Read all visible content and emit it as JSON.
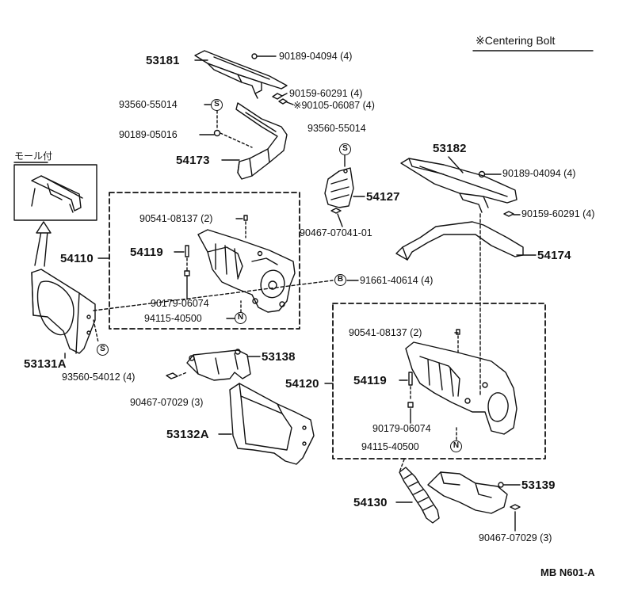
{
  "diagram": {
    "legend": {
      "centering_bolt": "※Centering Bolt"
    },
    "code": "MB N601-A",
    "inset_label": "モール付",
    "assemblies": {
      "left": "54110",
      "right": "54120"
    },
    "parts": {
      "p53181": "53181",
      "p53182": "53182",
      "p54173": "54173",
      "p54174": "54174",
      "p54127": "54127",
      "p54119_left": "54119",
      "p54119_right": "54119",
      "p53131A": "53131A",
      "p53132A": "53132A",
      "p53138": "53138",
      "p53139": "53139",
      "p54130": "54130"
    },
    "fasteners": {
      "f_90189_04094_top": "90189-04094 (4)",
      "f_90159_60291_top": "90159-60291 (4)",
      "f_90105_06087": "※90105-06087 (4)",
      "f_93560_55014_left": "93560-55014",
      "f_90189_05016": "90189-05016",
      "f_93560_55014_center": "93560-55014",
      "f_90467_07041_01": "90467-07041-01",
      "f_90189_04094_right": "90189-04094 (4)",
      "f_90159_60291_right": "90159-60291 (4)",
      "f_90541_08137_left": "90541-08137 (2)",
      "f_90179_06074_left": "90179-06074",
      "f_94115_40500_left": "94115-40500",
      "f_91661_40614": "91661-40614 (4)",
      "f_93560_54012": "93560-54012 (4)",
      "f_90467_07029_left": "90467-07029 (3)",
      "f_90541_08137_right": "90541-08137 (2)",
      "f_90179_06074_right": "90179-06074",
      "f_94115_40500_right": "94115-40500",
      "f_90467_07029_right": "90467-07029 (3)"
    },
    "symbols": {
      "s": "S",
      "n": "N",
      "b": "B"
    }
  }
}
